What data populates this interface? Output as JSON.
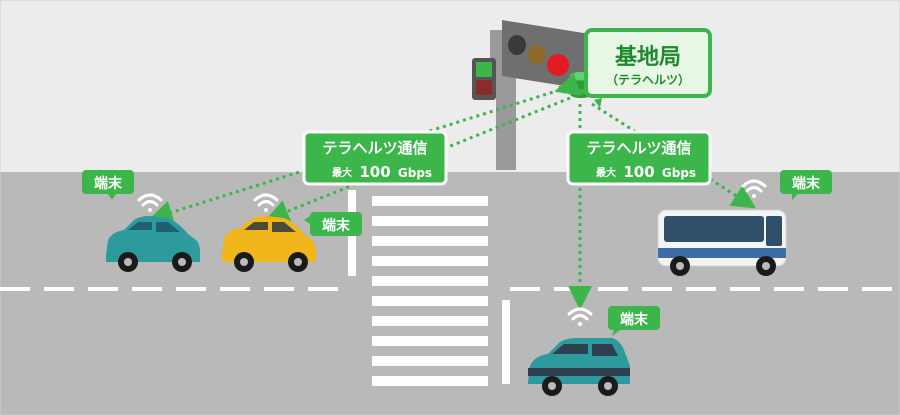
{
  "base_station": {
    "title": "基地局",
    "subtitle": "（テラヘルツ）"
  },
  "links": [
    {
      "title": "テラヘルツ通信",
      "speed_prefix": "最大",
      "speed_value": "100",
      "speed_unit": "Gbps"
    },
    {
      "title": "テラヘルツ通信",
      "speed_prefix": "最大",
      "speed_value": "100",
      "speed_unit": "Gbps"
    }
  ],
  "terminals": [
    {
      "label": "端末"
    },
    {
      "label": "端末"
    },
    {
      "label": "端末"
    },
    {
      "label": "端末"
    }
  ],
  "colors": {
    "sky": "#ececec",
    "road": "#b9b9b9",
    "accent_green": "#3cb64a",
    "link_dots": "#3cb64a",
    "car_teal": "#2d9a9e",
    "car_yellow": "#f0b61c",
    "bus_blue": "#3b6ea6",
    "van_dark": "#3a4a5a"
  }
}
